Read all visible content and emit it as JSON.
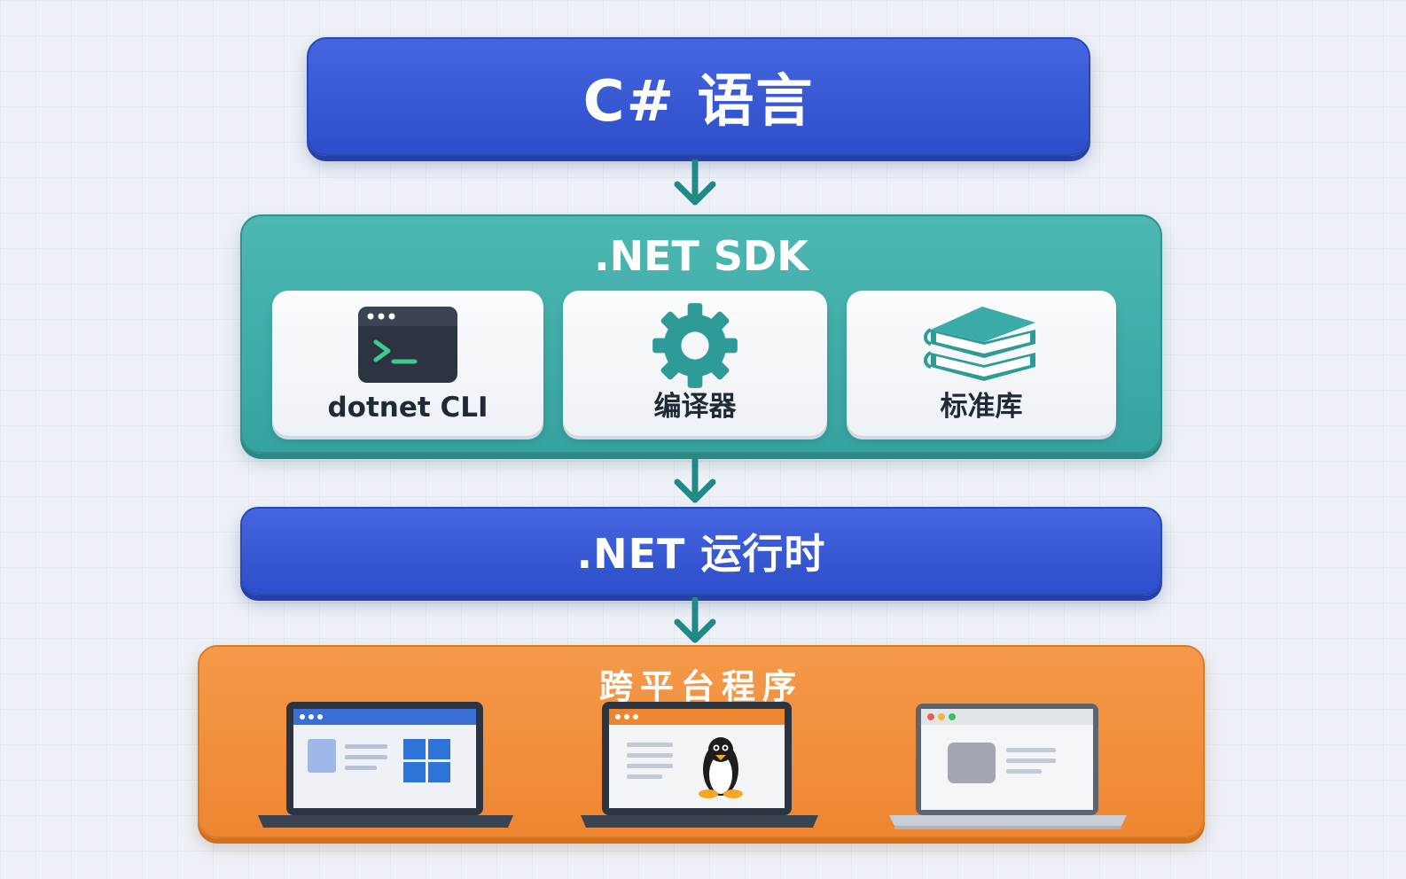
{
  "language_layer": {
    "label": "C# 语言"
  },
  "sdk_layer": {
    "title": ".NET SDK",
    "components": [
      {
        "label": "dotnet CLI",
        "icon": "terminal-icon"
      },
      {
        "label": "编译器",
        "icon": "gear-icon"
      },
      {
        "label": "标准库",
        "icon": "books-icon"
      }
    ]
  },
  "runtime_layer": {
    "label": ".NET 运行时"
  },
  "platform_layer": {
    "title": "跨平台程序",
    "platforms": [
      {
        "icon": "windows-laptop-icon"
      },
      {
        "icon": "linux-laptop-icon"
      },
      {
        "icon": "macos-laptop-icon"
      }
    ]
  },
  "colors": {
    "blue": "#3a5bd9",
    "teal": "#40aca8",
    "orange": "#f08c38",
    "arrow": "#1f8a86"
  }
}
